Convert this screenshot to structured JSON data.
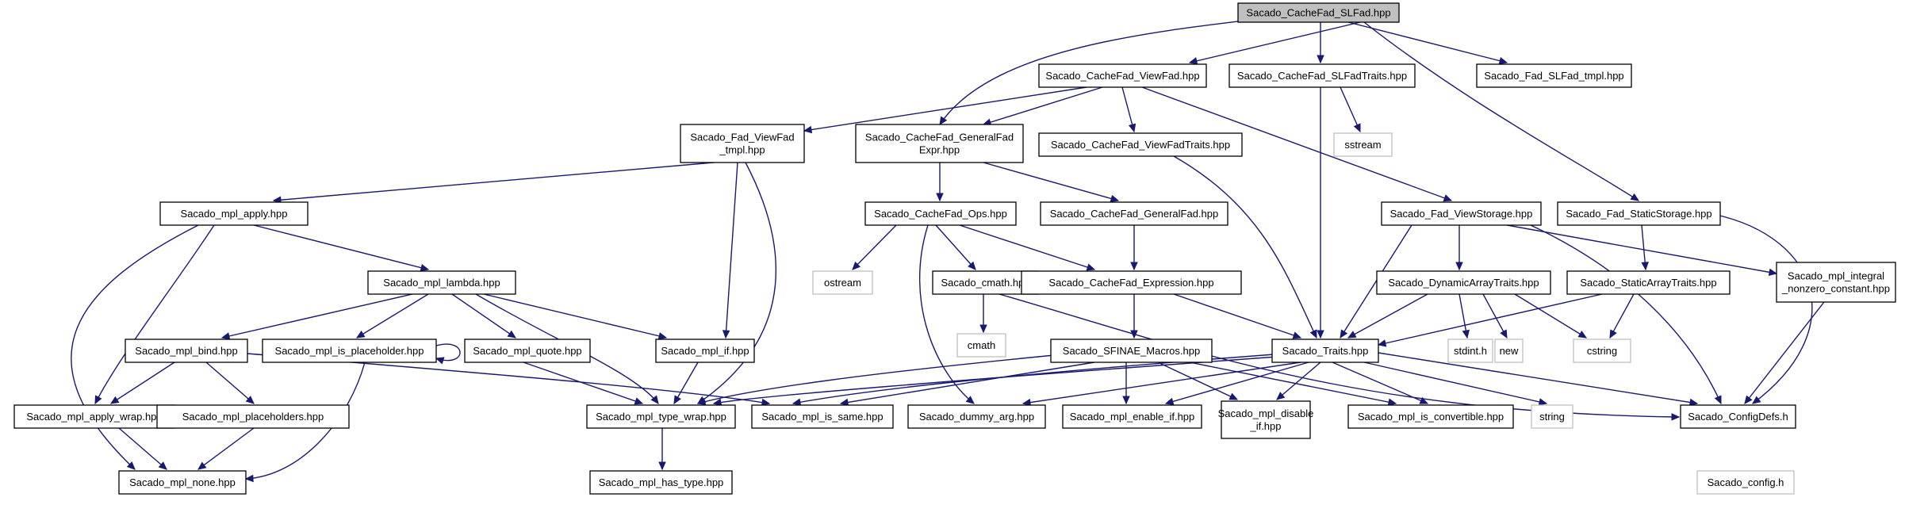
{
  "diagram": {
    "nodes": {
      "root": [
        "Sacado_CacheFad_SLFad.hpp"
      ],
      "viewfad": [
        "Sacado_CacheFad_ViewFad.hpp"
      ],
      "slfadtraits": [
        "Sacado_CacheFad_SLFadTraits.hpp"
      ],
      "fadslfadtmpl": [
        "Sacado_Fad_SLFad_tmpl.hpp"
      ],
      "fadviewfadtmpl": [
        "Sacado_Fad_ViewFad",
        "_tmpl.hpp"
      ],
      "generalfadexpr": [
        "Sacado_CacheFad_GeneralFad",
        "Expr.hpp"
      ],
      "viewfadtraits": [
        "Sacado_CacheFad_ViewFadTraits.hpp"
      ],
      "sstream": [
        "sstream"
      ],
      "mplapply": [
        "Sacado_mpl_apply.hpp"
      ],
      "ops": [
        "Sacado_CacheFad_Ops.hpp"
      ],
      "generalfad": [
        "Sacado_CacheFad_GeneralFad.hpp"
      ],
      "viewstorage": [
        "Sacado_Fad_ViewStorage.hpp"
      ],
      "staticstorage": [
        "Sacado_Fad_StaticStorage.hpp"
      ],
      "ostream": [
        "ostream"
      ],
      "lambda": [
        "Sacado_mpl_lambda.hpp"
      ],
      "cmathhpp": [
        "Sacado_cmath.hpp"
      ],
      "expression": [
        "Sacado_CacheFad_Expression.hpp"
      ],
      "dynarraytraits": [
        "Sacado_DynamicArrayTraits.hpp"
      ],
      "staticarraytraits": [
        "Sacado_StaticArrayTraits.hpp"
      ],
      "integralnonzero": [
        "Sacado_mpl_integral",
        "_nonzero_constant.hpp"
      ],
      "cmath": [
        "cmath"
      ],
      "bind": [
        "Sacado_mpl_bind.hpp"
      ],
      "isplaceholder": [
        "Sacado_mpl_is_placeholder.hpp"
      ],
      "quote": [
        "Sacado_mpl_quote.hpp"
      ],
      "mplif": [
        "Sacado_mpl_if.hpp"
      ],
      "sfinae": [
        "Sacado_SFINAE_Macros.hpp"
      ],
      "traits": [
        "Sacado_Traits.hpp"
      ],
      "stdint": [
        "stdint.h"
      ],
      "new": [
        "new"
      ],
      "cstring": [
        "cstring"
      ],
      "applywrap": [
        "Sacado_mpl_apply_wrap.hpp"
      ],
      "placeholders": [
        "Sacado_mpl_placeholders.hpp"
      ],
      "typewrap": [
        "Sacado_mpl_type_wrap.hpp"
      ],
      "issame": [
        "Sacado_mpl_is_same.hpp"
      ],
      "dummyarg": [
        "Sacado_dummy_arg.hpp"
      ],
      "enableif": [
        "Sacado_mpl_enable_if.hpp"
      ],
      "disableif": [
        "Sacado_mpl_disable",
        "_if.hpp"
      ],
      "isconvertible": [
        "Sacado_mpl_is_convertible.hpp"
      ],
      "string": [
        "string"
      ],
      "configdefs": [
        "Sacado_ConfigDefs.h"
      ],
      "none": [
        "Sacado_mpl_none.hpp"
      ],
      "hastype": [
        "Sacado_mpl_has_type.hpp"
      ],
      "confighdr": [
        "Sacado_config.h"
      ]
    }
  }
}
